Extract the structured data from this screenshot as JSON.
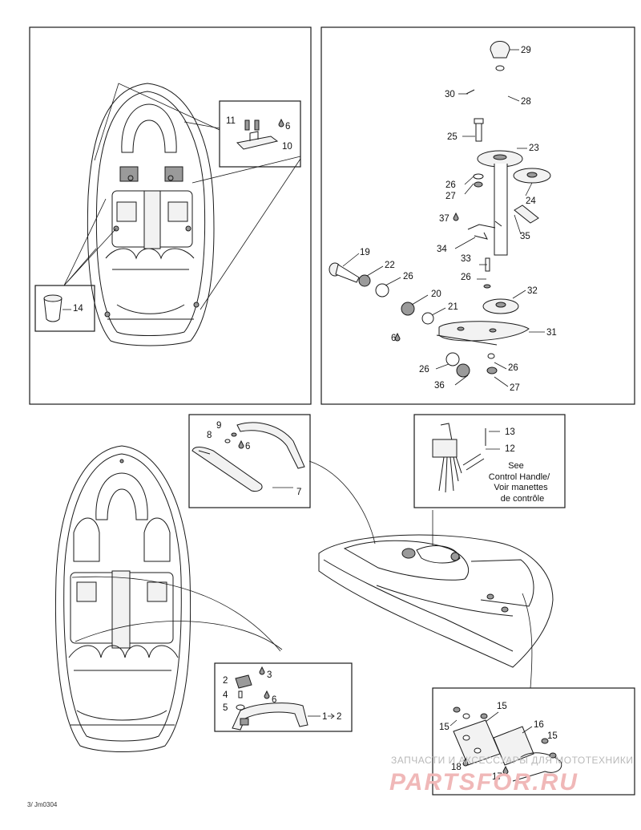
{
  "callouts": {
    "c1": "1",
    "c2": "2",
    "c3": "3",
    "c4": "4",
    "c5": "5",
    "c6": "6",
    "c7": "7",
    "c8": "8",
    "c9": "9",
    "c10": "10",
    "c11": "11",
    "c12": "12",
    "c13": "13",
    "c14": "14",
    "c15": "15",
    "c16": "16",
    "c17": "17",
    "c18": "18",
    "c19": "19",
    "c20": "20",
    "c21": "21",
    "c22": "22",
    "c23": "23",
    "c24": "24",
    "c25": "25",
    "c26": "26",
    "c27": "27",
    "c28": "28",
    "c29": "29",
    "c30": "30",
    "c31": "31",
    "c32": "32",
    "c33": "33",
    "c34": "34",
    "c35": "35",
    "c36": "36",
    "c37": "37"
  },
  "note": {
    "line1": "See",
    "line2": "Control Handle/",
    "line3": "Voir manettes",
    "line4": "de contrôle"
  },
  "diagram_code": "3/ Jm0304",
  "watermark": {
    "line1": "ЗАПЧАСТИ И АКСЕССУАРЫ ДЛЯ МОТОТЕХНИКИ",
    "line2": "PARTSFOR.RU"
  },
  "colors": {
    "ink": "#1a1a1a",
    "watermark_text": "#b9b9b9",
    "watermark_logo": "#f0b8b8"
  }
}
